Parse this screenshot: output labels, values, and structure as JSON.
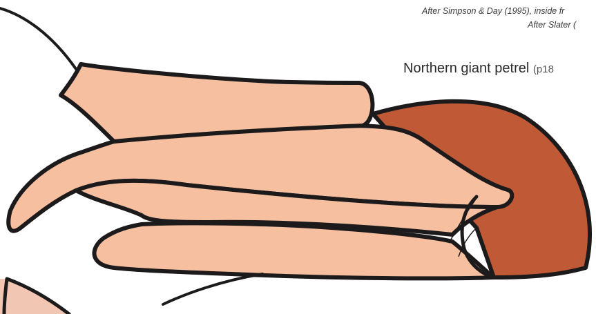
{
  "credits": [
    "After Simpson & Day (1995), inside fr",
    "After Slater ("
  ],
  "caption": {
    "name": "Northern giant petrel",
    "page_ref": "(p18"
  },
  "colors": {
    "bill_main": "#f5bfa0",
    "bill_tip": "#c05a36",
    "second_bill": "#f1c7b3",
    "outline": "#1d1a1c",
    "text": "#2a2a2a"
  }
}
